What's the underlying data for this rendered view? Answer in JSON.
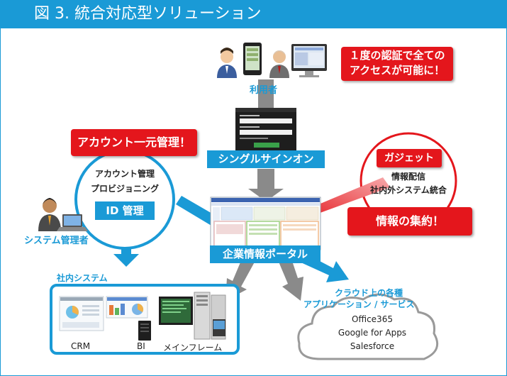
{
  "title": "図 3. 統合対応型ソリューション",
  "users": {
    "label": "利用者"
  },
  "callout_auth": {
    "line1": "１度の認証で全ての",
    "line2": "アクセスが可能に！"
  },
  "sso": {
    "label": "シングルサインオン"
  },
  "callout_account": {
    "label": "アカウント一元管理！"
  },
  "id_mgmt": {
    "line1": "アカウント管理",
    "line2": "プロビジョニング",
    "badge": "ID 管理"
  },
  "admin": {
    "label": "システム管理者"
  },
  "gadget": {
    "badge": "ガジェット",
    "line1": "情報配信",
    "line2": "社内外システム統合"
  },
  "callout_info": {
    "label": "情報の集約！"
  },
  "portal": {
    "label": "企業情報ポータル"
  },
  "internal": {
    "title": "社内システム",
    "crm": "CRM",
    "bi": "BI",
    "mainframe": "メインフレーム"
  },
  "cloud": {
    "title1": "クラウド上の各種",
    "title2": "アプリケーション / サービス",
    "items": [
      "Office365",
      "Google for Apps",
      "Salesforce"
    ]
  }
}
